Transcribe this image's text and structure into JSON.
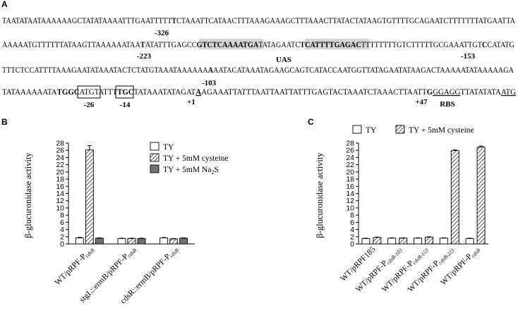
{
  "panel_labels": {
    "a": "A",
    "b": "B",
    "c": "C"
  },
  "sequence": {
    "line1": {
      "pre": "TAATATAATAAAAAAGCTATATAAAATTTGAATTTTT",
      "bold": "T",
      "post": "CTAAATTCATAACTTTAAAGAAAGCTTTAAACTTATACTATAAGTGTTTTGCAGAATCTTTTTTTATGAATTA"
    },
    "line2": {
      "s1": "AAAAATGTTTTTTATAAGTTAAAAAATAA",
      "s2": "T",
      "s3": "ATATTTGAGCC",
      "box1": "GTCTCAAAATGA",
      "s4": "TATAGAATC",
      "box2": "TCATTTTGAGAC",
      "s5": "TTTTTTTTGTCTTTTTGCGAAATTGT",
      "s6": "C",
      "s7": "CATATG"
    },
    "line3": {
      "pre": "TTTCTCCATTTTAAAGAATATAAATACTCTATGTAAATAAAAAA",
      "bold": "A",
      "post": "AATACATAAATAGAAGCAGTCATACCAATGGTTATAGAATATAAGACTAAAAATATAAAAAGA"
    },
    "line4": {
      "s1": "TATAAAAAATA",
      "tgc1": "TGGC",
      "s2": "ATGTATTT",
      "tgc2": "TGC",
      "s3": "TATAAATATAGAT",
      "a1": "A",
      "s4": "AGAAATTATTTAATTAATTATTTGAGTACTAAATCTAAACTTAATT",
      "g47": "G",
      "s5": "GGAGG",
      "s6": "TTATATATA",
      "atg": "ATG"
    },
    "positions": {
      "p326": "-326",
      "p223": "-223",
      "p153": "-153",
      "p103": "-103",
      "p26": "-26",
      "p14": "-14",
      "p1": "+1",
      "p47": "+47",
      "uas": "UAS",
      "rbs": "RBS"
    }
  },
  "colors": {
    "box_fill": "#d4d4d4",
    "dark_bar": "#707070",
    "bar_outline": "#000000"
  },
  "chart_data": [
    {
      "panel": "B",
      "type": "bar",
      "ylabel": "β-glucuronidase activity",
      "ylim": [
        0,
        28
      ],
      "yticks": [
        "0",
        "2",
        "4",
        "6",
        "8",
        "10",
        "12",
        "14",
        "16",
        "18",
        "20",
        "22",
        "24",
        "26",
        "28"
      ],
      "categories": [
        {
          "prefix": "WT/pRPF-P",
          "sub": "cdsB"
        },
        {
          "prefix": "stgL::ermB/pRPF-P",
          "sub": "cdsB"
        },
        {
          "prefix": "cdsR::ermB/pRPF-P",
          "sub": "cdsB"
        }
      ],
      "legend": [
        "TY",
        "TY + 5mM cysteine",
        "TY + 5mM Na",
        "2",
        "S"
      ],
      "series": [
        {
          "name": "TY",
          "pattern": "white",
          "values": [
            1.7,
            1.5,
            1.7
          ],
          "errors": [
            0.15,
            0.1,
            0.1
          ]
        },
        {
          "name": "TY + 5mM cysteine",
          "pattern": "hatch",
          "values": [
            26.1,
            1.5,
            1.4
          ],
          "errors": [
            1.2,
            0.1,
            0.1
          ]
        },
        {
          "name": "TY + 5mM Na2S",
          "pattern": "dark",
          "values": [
            1.6,
            1.5,
            1.6
          ],
          "errors": [
            0.1,
            0.1,
            0.1
          ]
        }
      ]
    },
    {
      "panel": "C",
      "type": "bar",
      "ylabel": "β-glucuronidase activity",
      "ylim": [
        0,
        28
      ],
      "yticks": [
        "0",
        "2",
        "4",
        "6",
        "8",
        "10",
        "12",
        "14",
        "16",
        "18",
        "20",
        "22",
        "24",
        "26",
        "28"
      ],
      "categories": [
        {
          "prefix": "WT/pRPF185",
          "sub": ""
        },
        {
          "prefix": "WT/pRPF-P",
          "sub": "cdsB-103"
        },
        {
          "prefix": "WT/pRPF-P",
          "sub": "cdsB-153"
        },
        {
          "prefix": "WT/pRPF-P",
          "sub": "cdsB-223"
        },
        {
          "prefix": "WT/pRPF-P",
          "sub": "cdsB"
        }
      ],
      "legend": [
        "TY",
        "TY + 5mM cysteine"
      ],
      "series": [
        {
          "name": "TY",
          "pattern": "white",
          "values": [
            1.5,
            1.6,
            1.6,
            1.6,
            1.5
          ],
          "errors": [
            0.1,
            0.1,
            0.1,
            0.1,
            0.1
          ]
        },
        {
          "name": "TY + 5mM cysteine",
          "pattern": "hatch",
          "values": [
            1.8,
            1.6,
            1.9,
            25.9,
            26.9
          ],
          "errors": [
            0.1,
            0.1,
            0.1,
            0.2,
            0.3
          ]
        }
      ]
    }
  ]
}
